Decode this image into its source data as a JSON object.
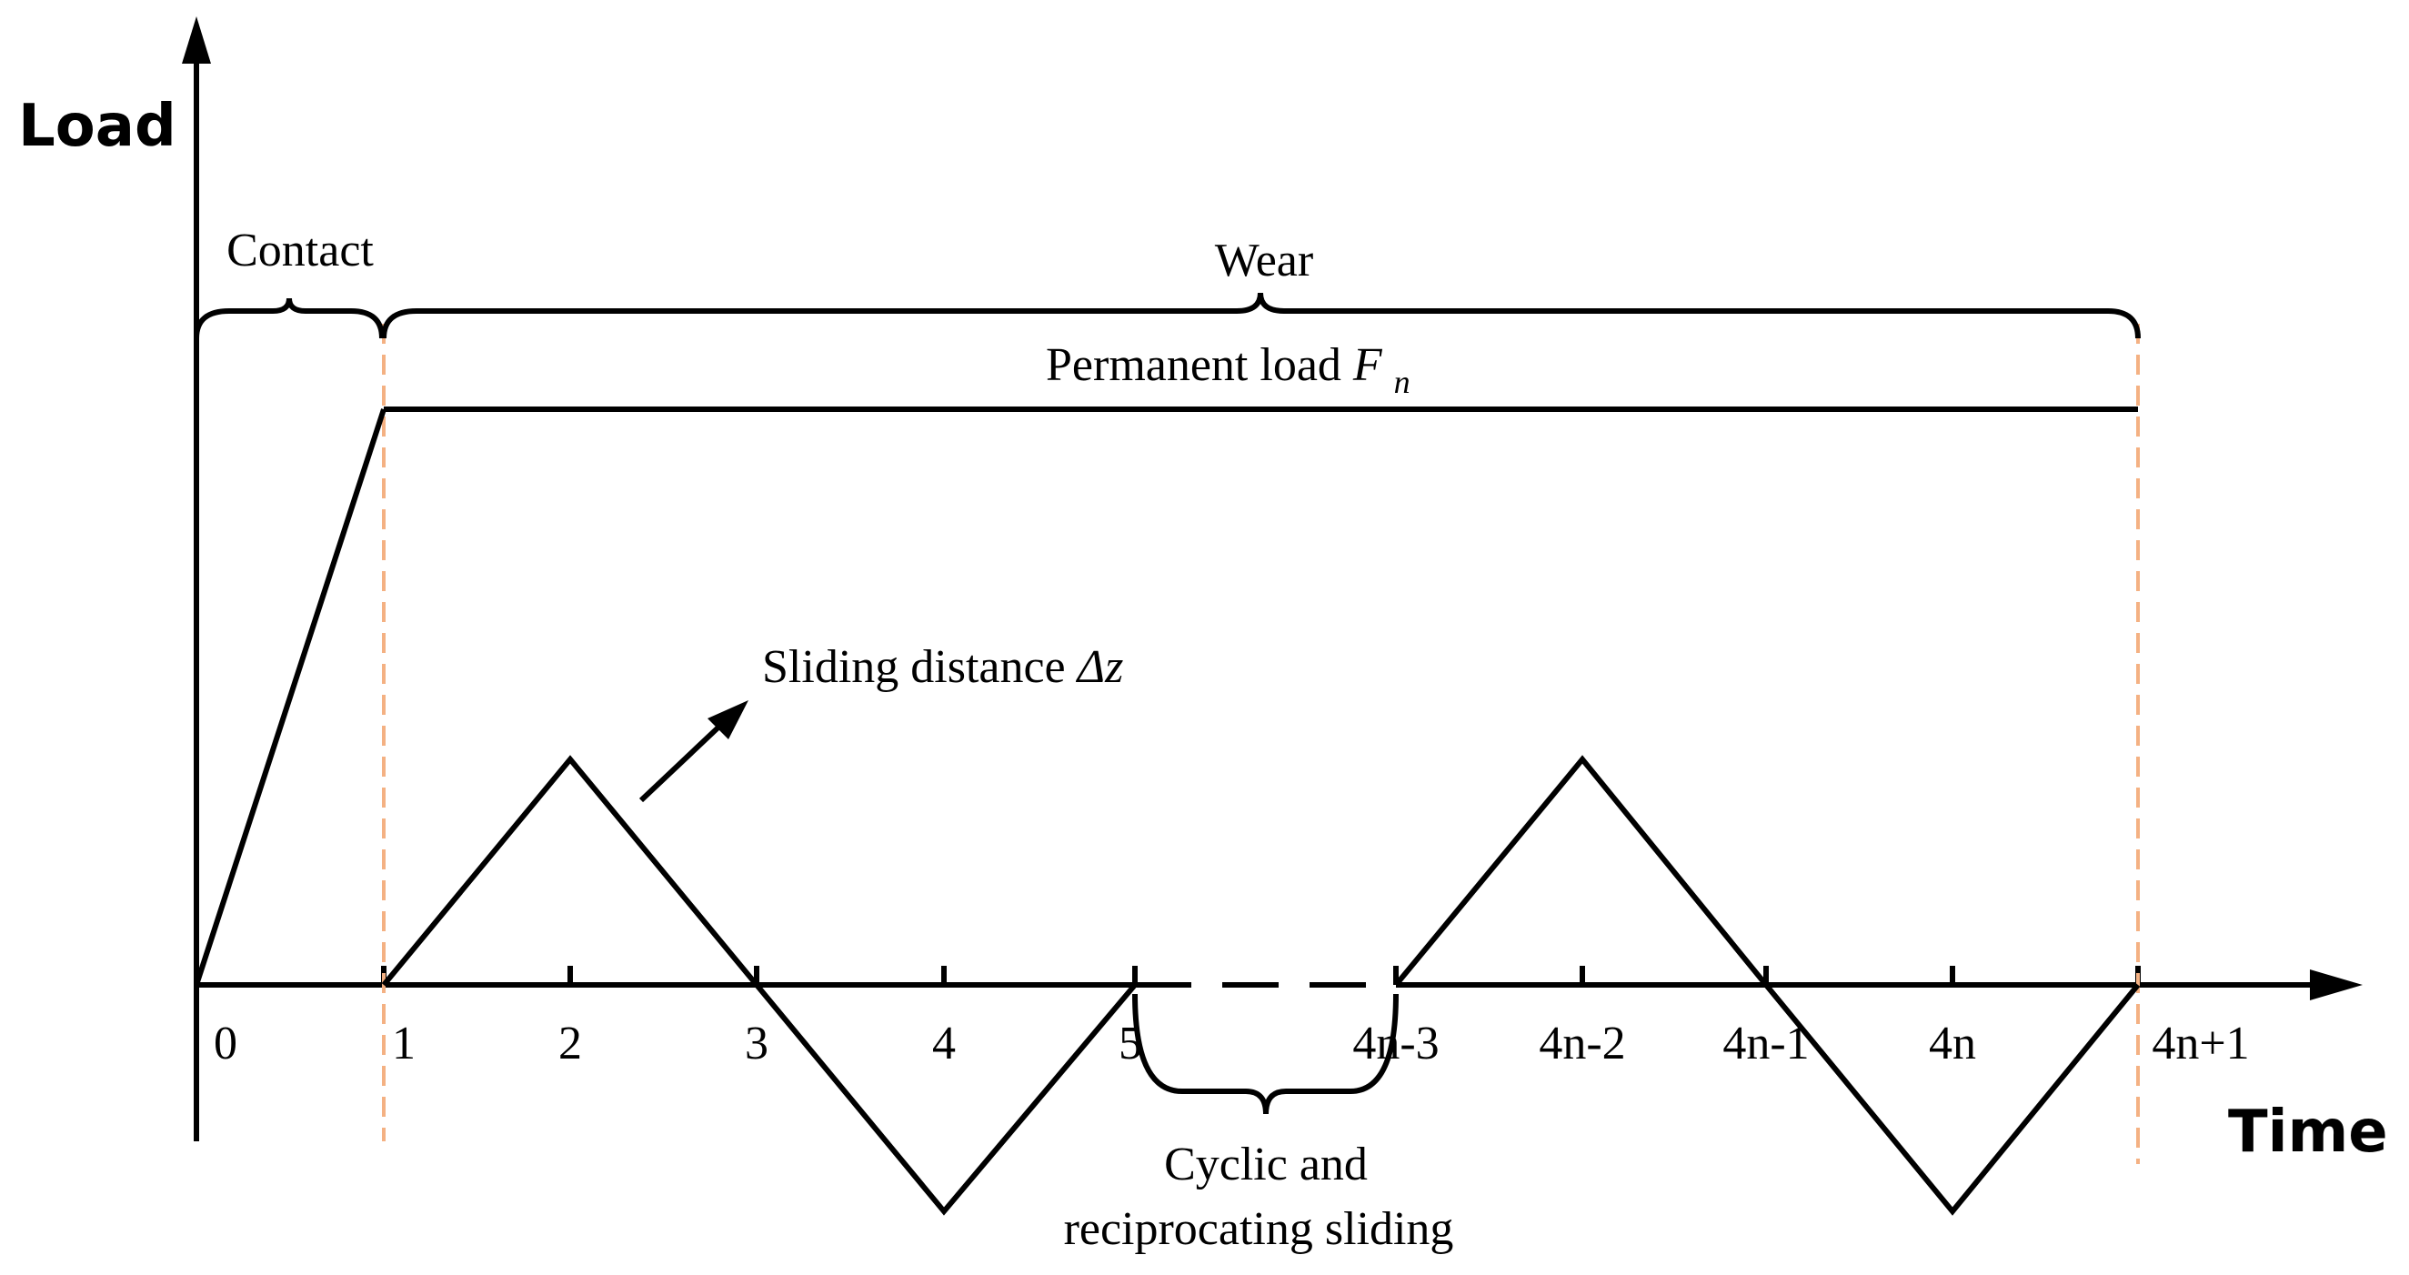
{
  "chart_data": {
    "type": "line",
    "axes": {
      "y_label": "Load",
      "x_label": "Time"
    },
    "x_ticks": [
      "0",
      "1",
      "2",
      "3",
      "4",
      "5",
      "4n-3",
      "4n-2",
      "4n-1",
      "4n",
      "4n+1"
    ],
    "permanent_load": {
      "label_text": "Permanent load ",
      "label_symbol": "F",
      "label_subscript": "n"
    },
    "phases": {
      "contact": "Contact",
      "wear": "Wear"
    },
    "sliding_distance": {
      "label_text": "Sliding distance ",
      "label_symbol": "Δz"
    },
    "cyclic_label": [
      "Cyclic and",
      "reciprocating sliding"
    ],
    "colors": {
      "line": "#000000",
      "phase_boundary": "#f4b183"
    }
  }
}
